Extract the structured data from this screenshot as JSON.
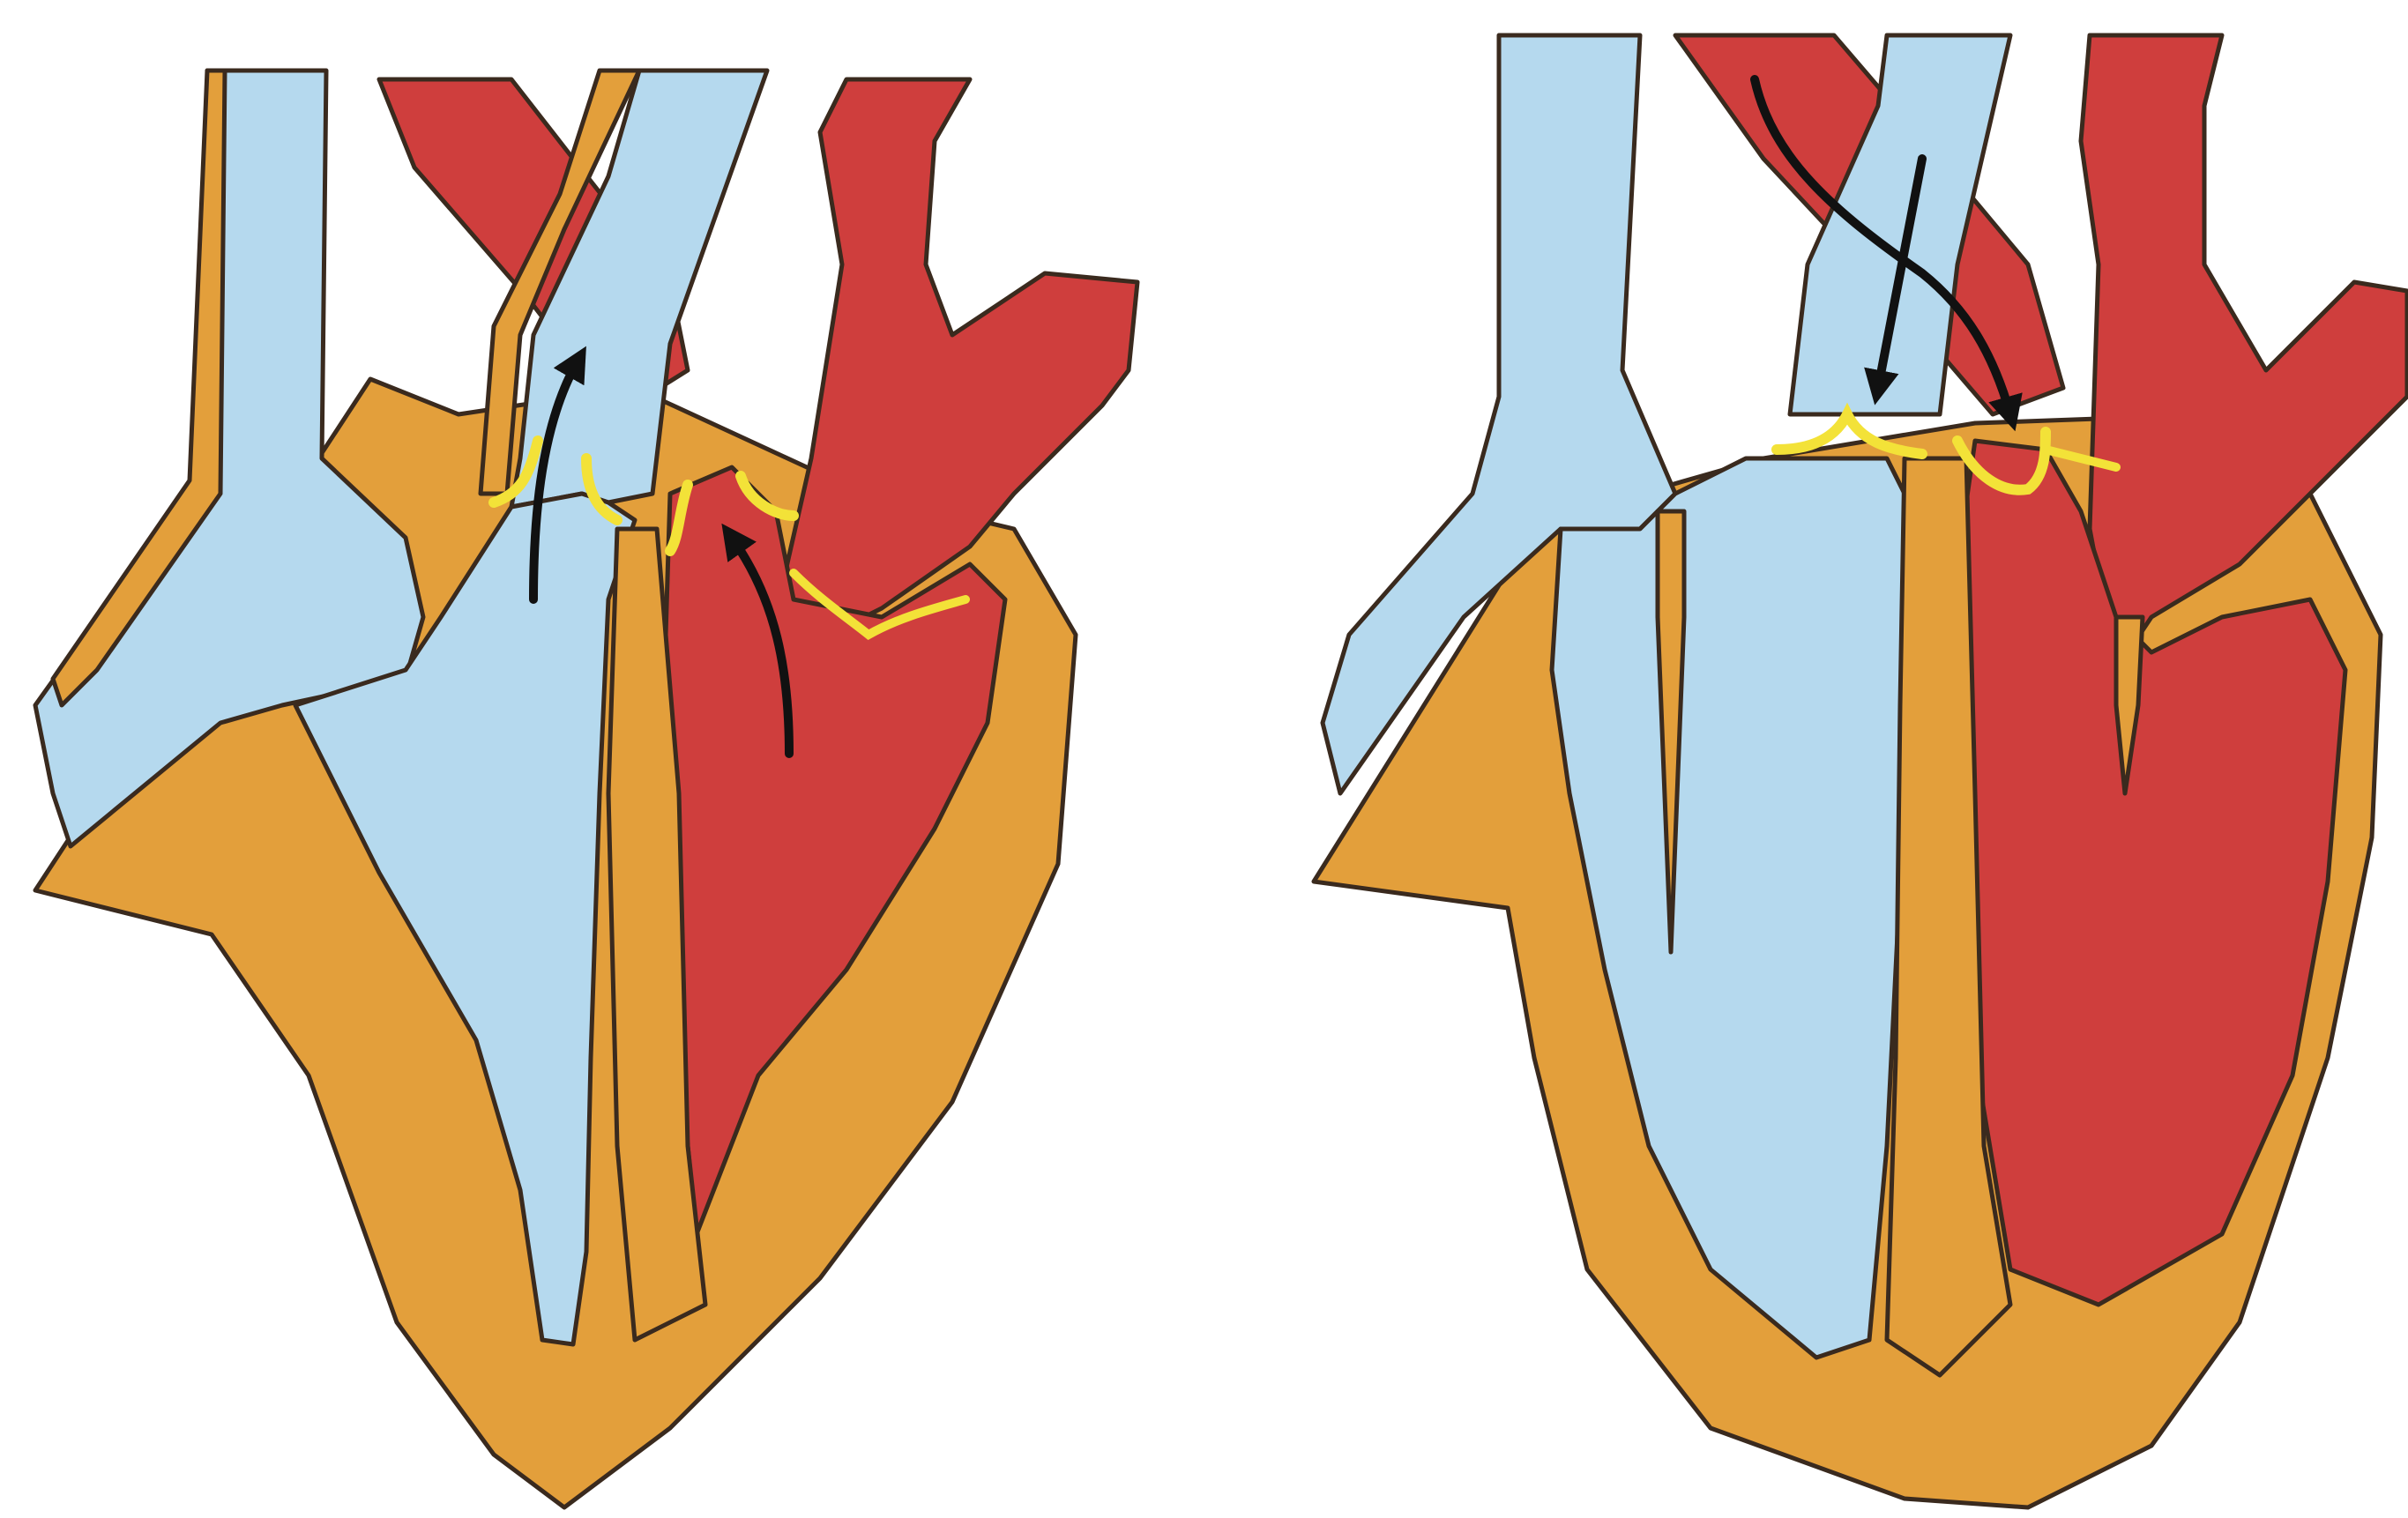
{
  "diagram": {
    "panels": [
      {
        "id": "systole",
        "arrow_direction": "up",
        "arrow_count": 2
      },
      {
        "id": "diastole",
        "arrow_direction": "down",
        "arrow_count": 2
      }
    ]
  },
  "colors": {
    "muscle": "#E39F3B",
    "deoxygenated_blood": "#B5D9EE",
    "oxygenated_blood": "#CF3E3D",
    "valve": "#F3E238",
    "outline": "#3A2A1E",
    "arrow": "#111111",
    "background": "#FFFFFF"
  }
}
